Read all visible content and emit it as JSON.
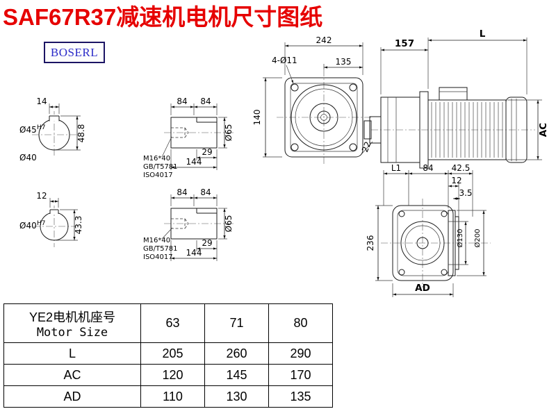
{
  "page": {
    "title": "SAF67R37减速机电机尺寸图纸",
    "logo": "BOSERL"
  },
  "views": {
    "shaft_end_top": {
      "width": "14",
      "dia": "Ø45",
      "tol": "H7",
      "height": "48.8",
      "dia_below": "Ø40"
    },
    "shaft_end_bottom": {
      "width": "12",
      "dia": "Ø40",
      "tol": "H7",
      "height": "43.3"
    },
    "shaft_side_top": {
      "seg1": "84",
      "seg2": "84",
      "key_len": "29",
      "total_len": "144",
      "dia": "Ø65",
      "bolt": "M16*40",
      "std1": "GB/T5781",
      "std2": "ISO4017"
    },
    "shaft_side_bottom": {
      "seg1": "84",
      "seg2": "84",
      "key_len": "29",
      "total_len": "144",
      "dia": "Ø65",
      "bolt": "M16*40",
      "std1": "GB/T5781",
      "std2": "ISO4017"
    },
    "gearbox_front": {
      "width": "242",
      "flange": "135",
      "holes": "4-Ø11",
      "height": "140",
      "angle": "22"
    },
    "motor_side": {
      "gearbox_len": "157",
      "motor_len": "L",
      "motor_dia": "AC"
    },
    "output_flange": {
      "l1": "L1",
      "a": "84",
      "b": "42.5",
      "c": "12",
      "d": "3.5",
      "height": "236",
      "dia_inner": "Ø130",
      "dia_outer": "Ø200",
      "ad": "AD"
    }
  },
  "table": {
    "row_header": {
      "cn": "YE2电机机座号",
      "en": "Motor Size"
    },
    "sizes": [
      "63",
      "71",
      "80"
    ],
    "rows": [
      {
        "label": "L",
        "values": [
          "205",
          "260",
          "290"
        ]
      },
      {
        "label": "AC",
        "values": [
          "120",
          "145",
          "170"
        ]
      },
      {
        "label": "AD",
        "values": [
          "110",
          "130",
          "135"
        ]
      }
    ]
  }
}
